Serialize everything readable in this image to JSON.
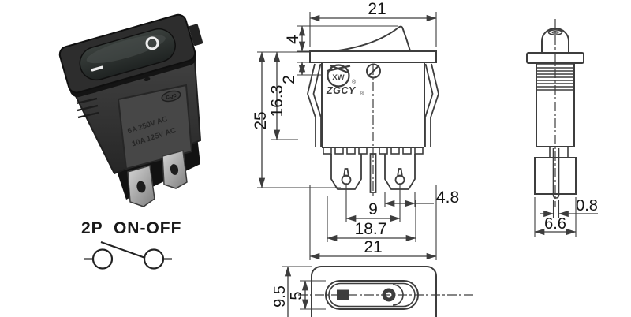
{
  "colors": {
    "line": "#3d3d3d",
    "text": "#141414",
    "switch_body": "#2d2d2d",
    "metal_light": "#d6d6d6",
    "metal_dark": "#7d7d7d",
    "mark": "#ededed"
  },
  "photo": {
    "marks": {
      "on": "O",
      "off": "I"
    },
    "plate": {
      "logo": "CQC",
      "rating_line1": "6A 250V AC",
      "rating_line2": "10A 125V AC"
    }
  },
  "symbol": {
    "label": "2P  ON-OFF"
  },
  "front_view": {
    "logo": {
      "mark": "XW",
      "mark_reg": "®",
      "brand": "ZGCY",
      "brand_reg": "®"
    },
    "dims": {
      "top_width": "21",
      "rocker_height": "4",
      "flange_offset": "2",
      "body_height": "16.3",
      "total_height": "25",
      "terminal_width": "4.8",
      "terminal_pitch": "9",
      "body_span": "18.7",
      "bottom_width": "21"
    }
  },
  "side_view": {
    "dims": {
      "pin_thickness": "0.8",
      "depth": "6.6"
    }
  },
  "top_view": {
    "dims": {
      "outer_height": "9.5",
      "slot_height": "5"
    }
  }
}
